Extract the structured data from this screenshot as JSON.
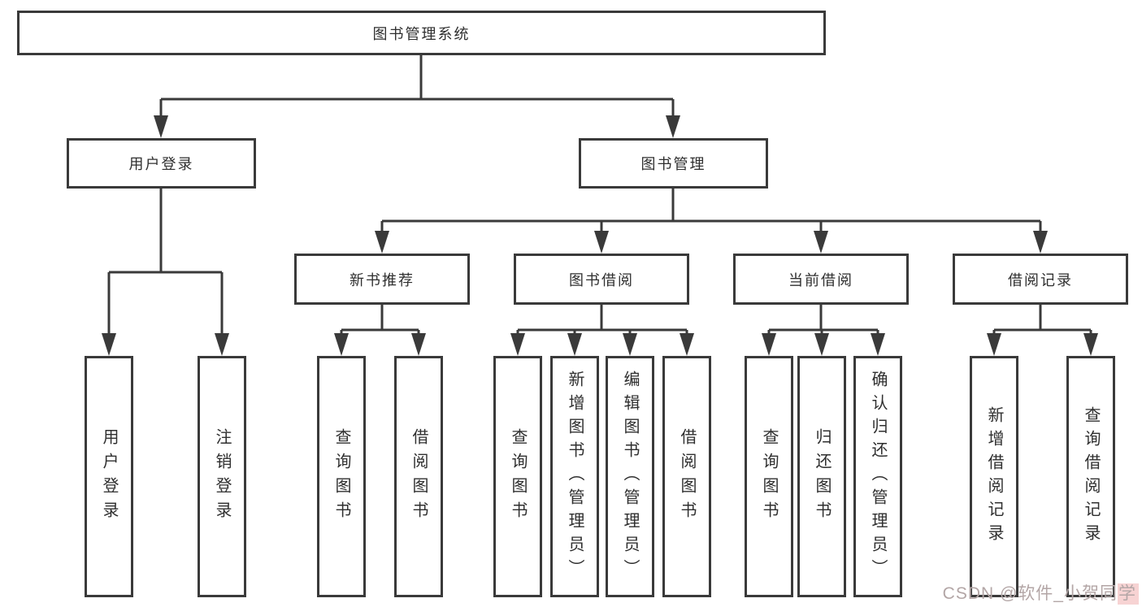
{
  "title": "图书管理系统",
  "tree": {
    "label": "图书管理系统",
    "children": [
      {
        "label": "用户登录",
        "children": [
          {
            "label": "用户登录"
          },
          {
            "label": "注销登录"
          }
        ]
      },
      {
        "label": "图书管理",
        "children": [
          {
            "label": "新书推荐",
            "children": [
              {
                "label": "查询图书"
              },
              {
                "label": "借阅图书"
              }
            ]
          },
          {
            "label": "图书借阅",
            "children": [
              {
                "label": "查询图书"
              },
              {
                "label": "新增图书（管理员）"
              },
              {
                "label": "编辑图书（管理员）"
              },
              {
                "label": "借阅图书"
              }
            ]
          },
          {
            "label": "当前借阅",
            "children": [
              {
                "label": "查询图书"
              },
              {
                "label": "归还图书"
              },
              {
                "label": "确认归还（管理员）"
              }
            ]
          },
          {
            "label": "借阅记录",
            "children": [
              {
                "label": "新增借阅记录"
              },
              {
                "label": "查询借阅记录"
              }
            ]
          }
        ]
      }
    ]
  },
  "watermark": {
    "prefix": "CSDN @软件_小贺同",
    "last_char": "学"
  },
  "colors": {
    "line": "#3a3a3a",
    "box_border": "#3a3a3a",
    "text": "#2f2f2f",
    "background": "#ffffff",
    "watermark_text": "#b3a6a6",
    "watermark_highlight": "#f7d3d3"
  }
}
